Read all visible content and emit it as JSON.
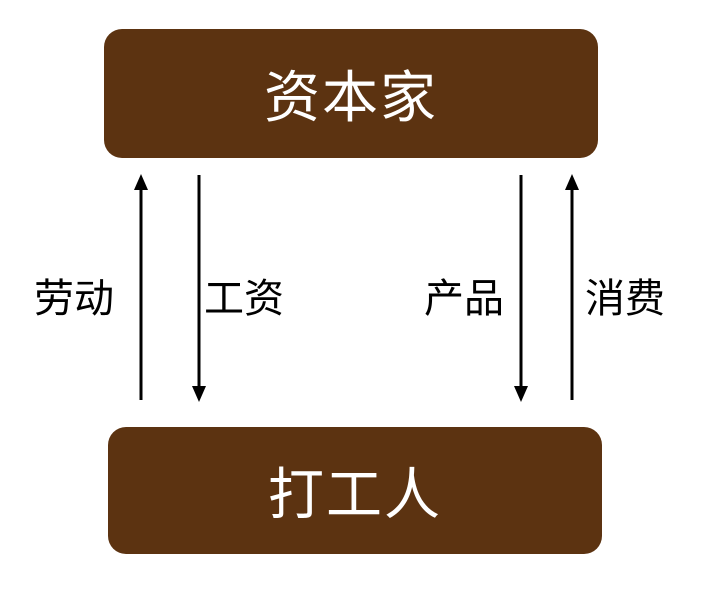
{
  "nodes": {
    "top": {
      "label": "资本家"
    },
    "bottom": {
      "label": "打工人"
    }
  },
  "edges": [
    {
      "label": "劳动",
      "from": "bottom",
      "to": "top"
    },
    {
      "label": "工资",
      "from": "top",
      "to": "bottom"
    },
    {
      "label": "产品",
      "from": "top",
      "to": "bottom"
    },
    {
      "label": "消费",
      "from": "bottom",
      "to": "top"
    }
  ],
  "colors": {
    "node_fill": "#5c3311",
    "node_text": "#ffffff",
    "arrow": "#000000"
  }
}
